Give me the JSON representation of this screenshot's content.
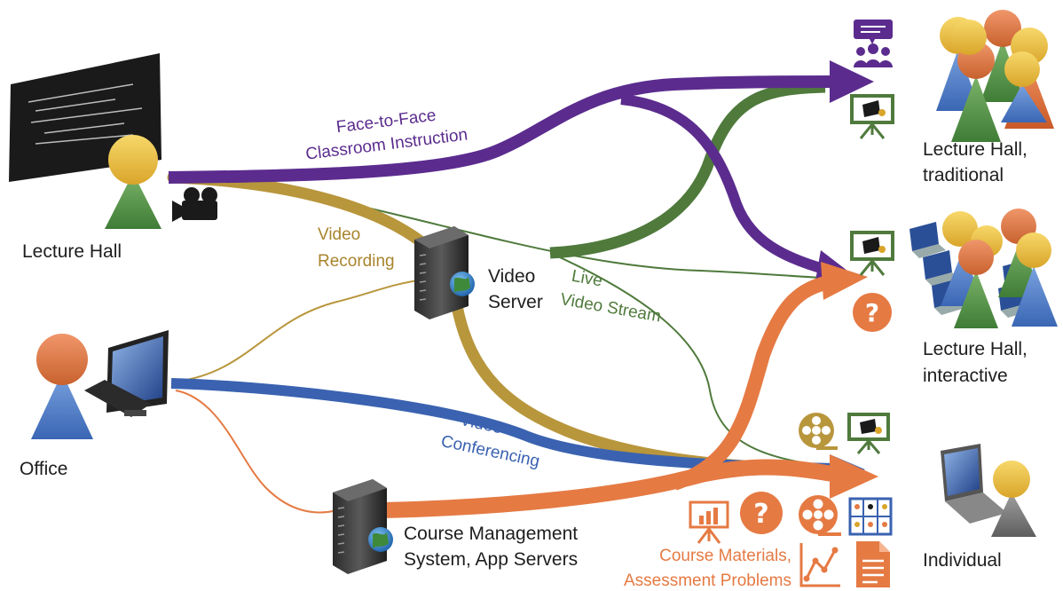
{
  "nodes": {
    "lecture_hall": "Lecture Hall",
    "office": "Office",
    "video_server": [
      "Video",
      "Server"
    ],
    "cms": [
      "Course Management",
      "System, App Servers"
    ],
    "hall_traditional": [
      "Lecture Hall,",
      "traditional"
    ],
    "hall_interactive": [
      "Lecture Hall,",
      "interactive"
    ],
    "individual": "Individual"
  },
  "flows": {
    "face_to_face": [
      "Face-to-Face",
      "Classroom Instruction"
    ],
    "video_recording": [
      "Video",
      "Recording"
    ],
    "live_stream": [
      "Live",
      "Video Stream"
    ],
    "video_conferencing": [
      "Video",
      "Conferencing"
    ],
    "course_materials": [
      "Course Materials,",
      "Assessment Problems"
    ]
  },
  "colors": {
    "purple": "#5b2c8e",
    "green": "#4f7a3c",
    "gold": "#b8963c",
    "blue": "#3a62b0",
    "orange": "#e57a43",
    "person_yellow": "#f0c040",
    "person_green": "#5c9a4c",
    "person_orange": "#e07a45",
    "person_blue": "#4a7bc4",
    "person_gray": "#7e7e7e"
  },
  "icons": [
    "chalkboard",
    "video-camera",
    "server",
    "computer",
    "audience",
    "presentation-board",
    "question-mark",
    "film-reel",
    "video-grid",
    "bar-chart-board",
    "line-chart",
    "document",
    "laptop"
  ]
}
